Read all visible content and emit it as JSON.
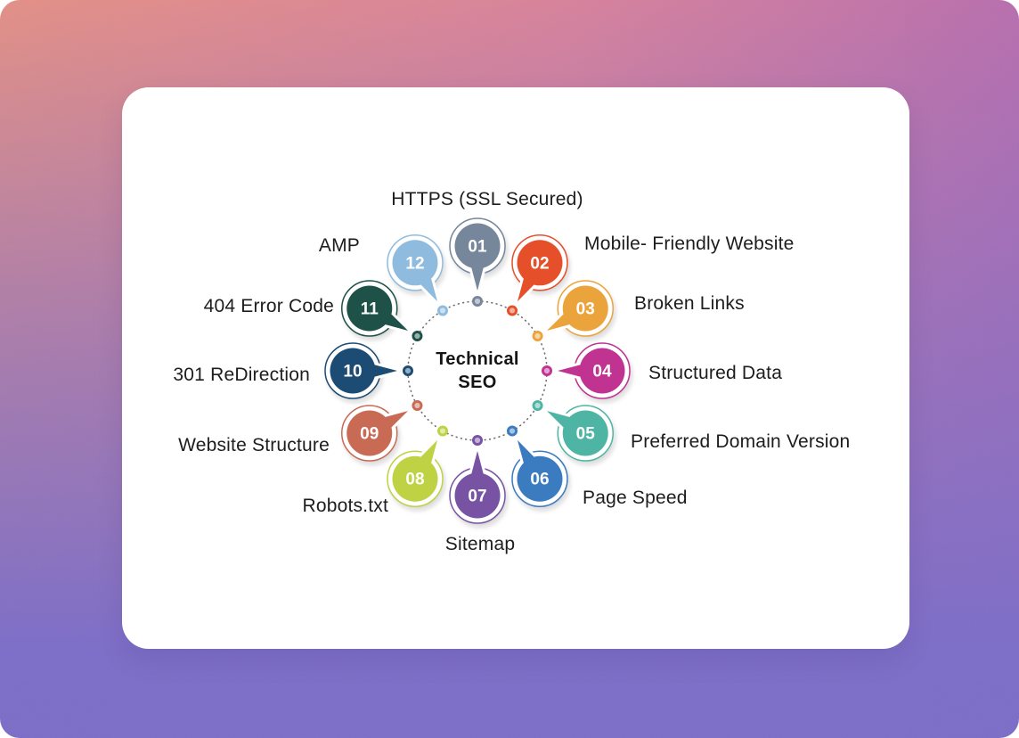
{
  "page": {
    "background": {
      "gradient_top_left": "#e49086",
      "gradient_top_right": "#b96fae",
      "gradient_bottom": "#7c6dc8",
      "card_color": "#ffffff"
    }
  },
  "chart_data": {
    "type": "diagram",
    "subtype": "circular-numbered-ring",
    "title": "Technical SEO",
    "center": {
      "line1": "Technical",
      "line2": "SEO"
    },
    "ring_dot_color": "#6f6f6f",
    "items": [
      {
        "num": "01",
        "label": "HTTPS (SSL Secured)",
        "color": "#76869B"
      },
      {
        "num": "02",
        "label": "Mobile- Friendly Website",
        "color": "#E5502B"
      },
      {
        "num": "03",
        "label": "Broken Links",
        "color": "#EBA43B"
      },
      {
        "num": "04",
        "label": "Structured Data",
        "color": "#C03391"
      },
      {
        "num": "05",
        "label": "Preferred Domain Version",
        "color": "#4EB5A4"
      },
      {
        "num": "06",
        "label": "Page Speed",
        "color": "#3A7CBF"
      },
      {
        "num": "07",
        "label": "Sitemap",
        "color": "#7852A3"
      },
      {
        "num": "08",
        "label": "Robots.txt",
        "color": "#BFD243"
      },
      {
        "num": "09",
        "label": "Website Structure",
        "color": "#C96A55"
      },
      {
        "num": "10",
        "label": "301 ReDirection",
        "color": "#1C4B73"
      },
      {
        "num": "11",
        "label": "404 Error Code",
        "color": "#1E5148"
      },
      {
        "num": "12",
        "label": "AMP",
        "color": "#8FBCDE"
      }
    ]
  }
}
